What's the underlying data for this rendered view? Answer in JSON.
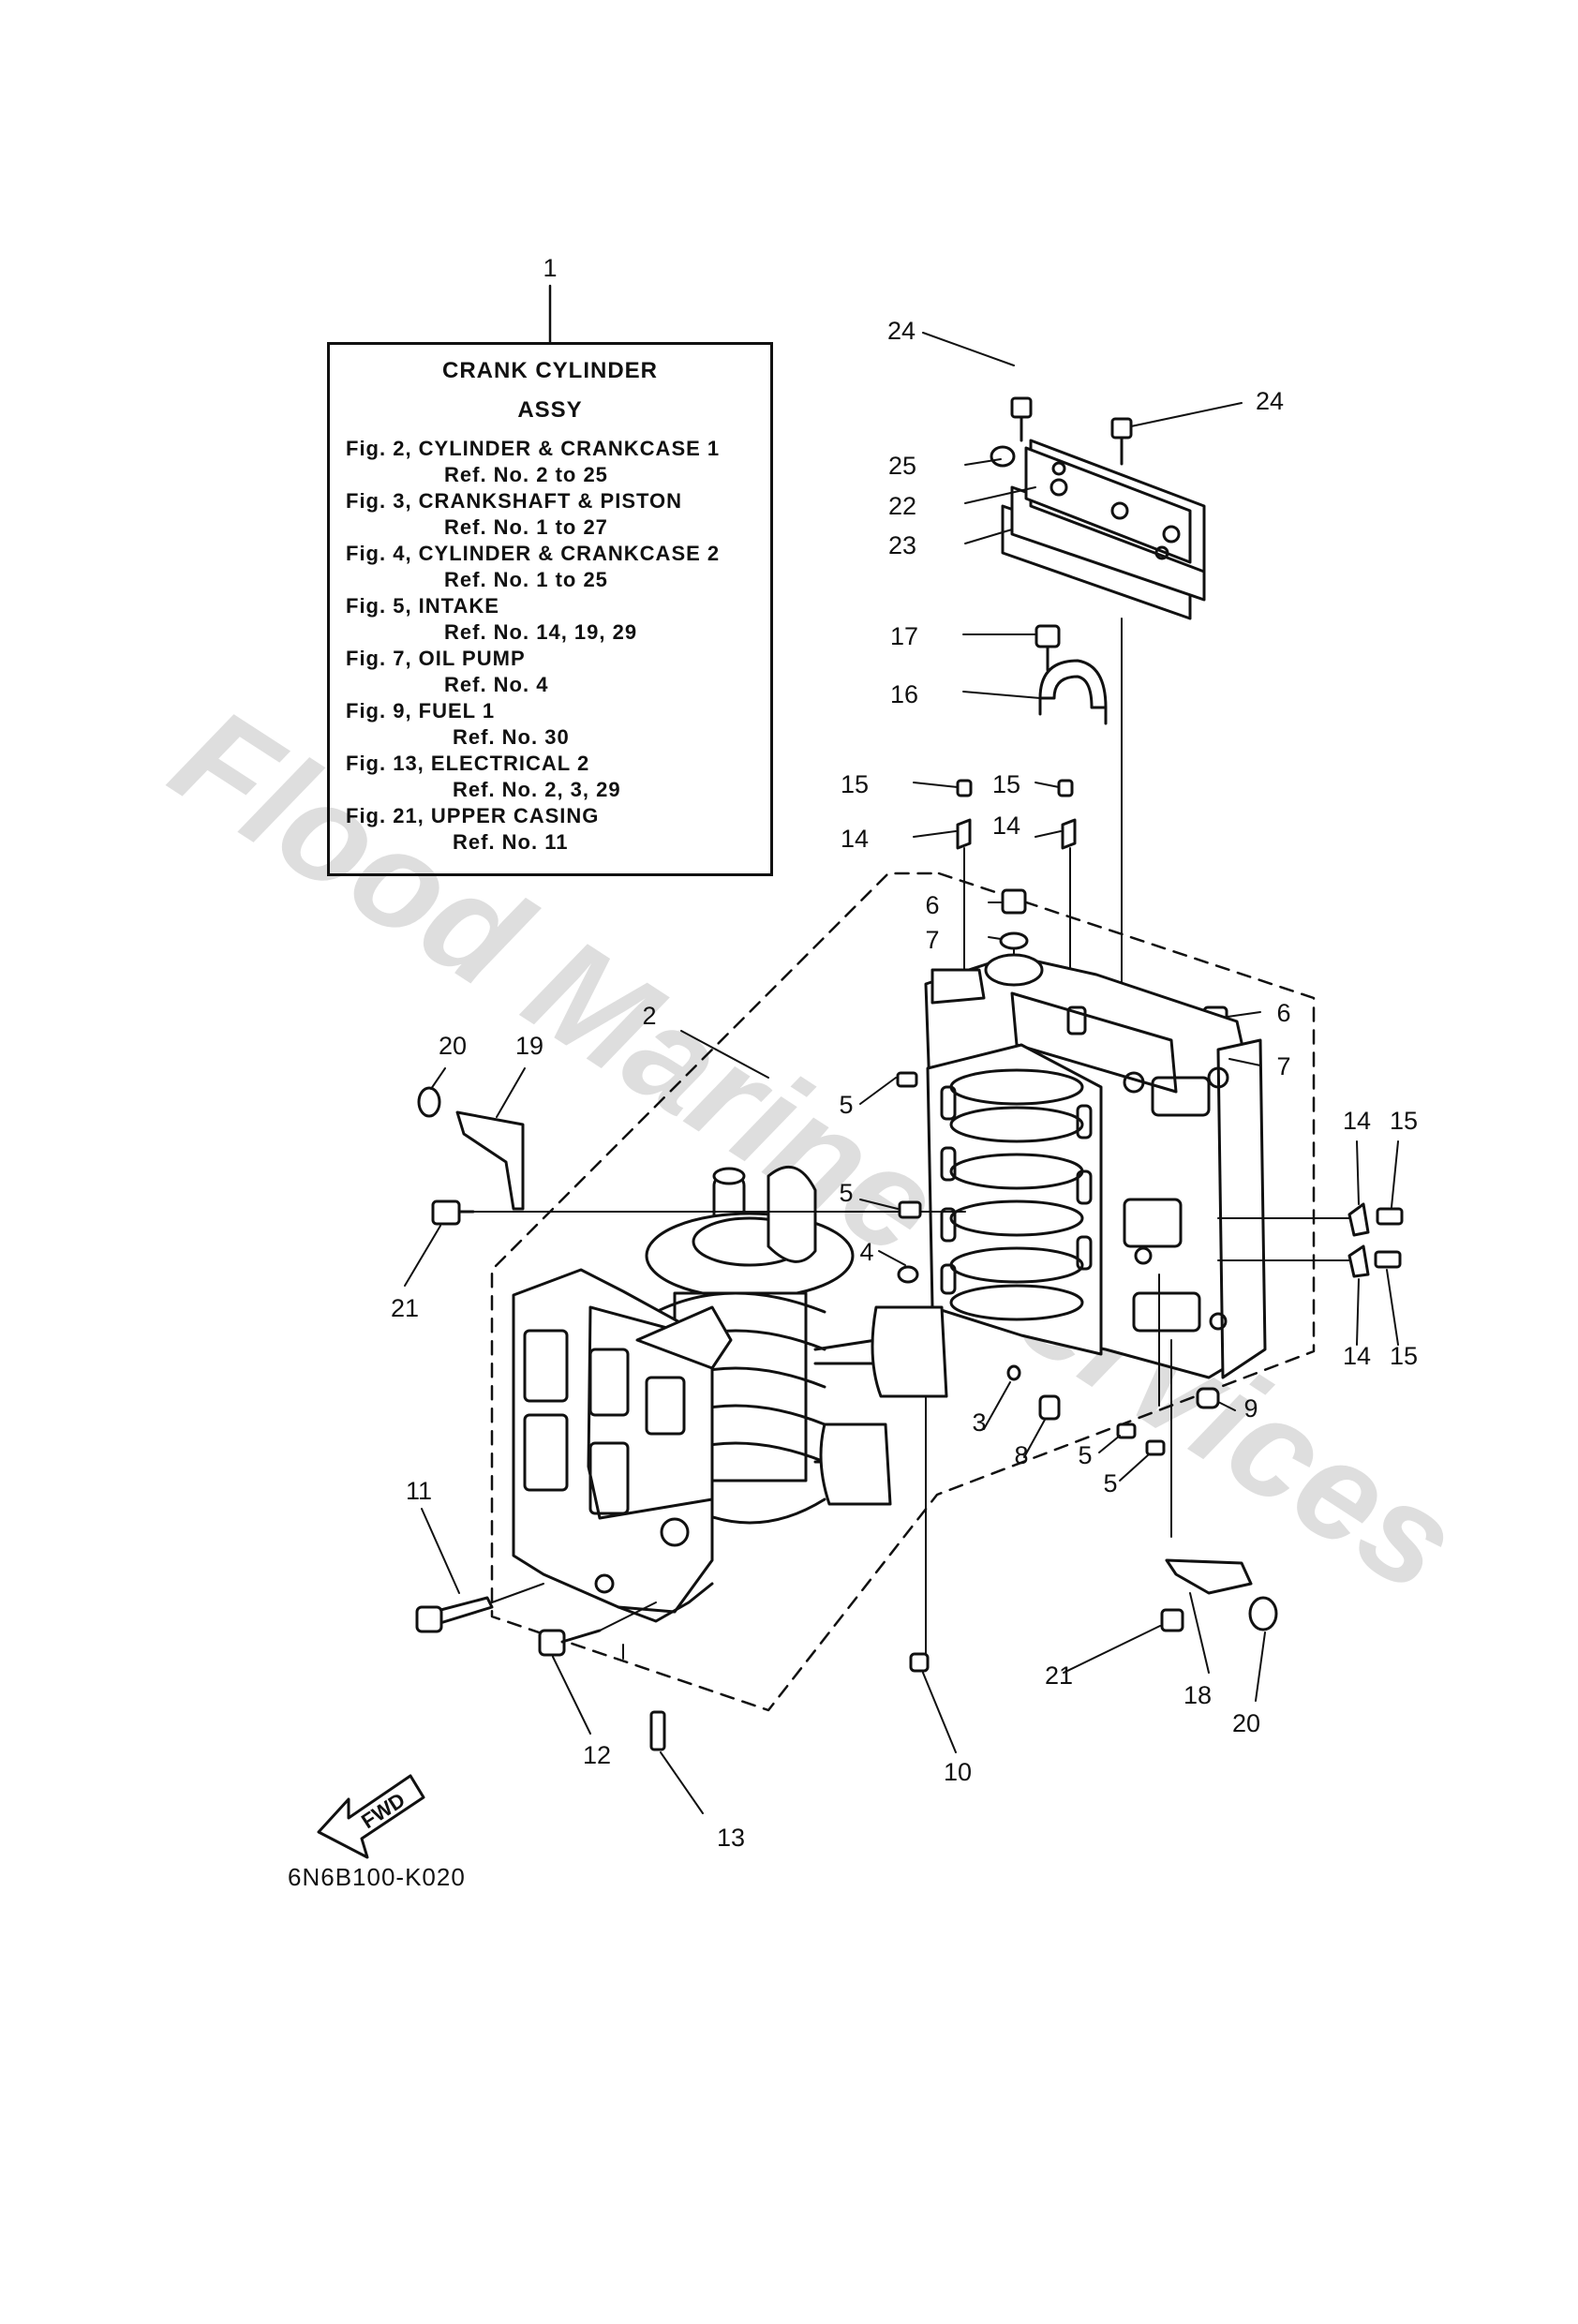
{
  "watermark": {
    "text": "Flood Marine Services",
    "color": "#d9d9d9"
  },
  "assy_box": {
    "ref_number": "1",
    "title_line1": "CRANK CYLINDER",
    "title_line2": "ASSY",
    "lines": [
      "Fig. 2, CYLINDER & CRANKCASE 1",
      "Ref. No. 2 to 25",
      "Fig. 3, CRANKSHAFT & PISTON",
      "Ref. No. 1 to 27",
      "Fig. 4, CYLINDER & CRANKCASE 2",
      "Ref. No. 1 to 25",
      "Fig. 5, INTAKE",
      "Ref. No. 14, 19, 29",
      "Fig. 7, OIL PUMP",
      "Ref. No. 4",
      "Fig. 9, FUEL 1",
      "Ref. No. 30",
      "Fig. 13, ELECTRICAL 2",
      "Ref. No. 2, 3, 29",
      "Fig. 21, UPPER CASING",
      "Ref. No. 11"
    ]
  },
  "callouts": [
    "24",
    "24",
    "25",
    "22",
    "23",
    "17",
    "16",
    "15",
    "15",
    "14",
    "14",
    "6",
    "7",
    "6",
    "7",
    "2",
    "20",
    "19",
    "5",
    "5",
    "4",
    "21",
    "14",
    "15",
    "14",
    "15",
    "3",
    "8",
    "9",
    "5",
    "5",
    "11",
    "21",
    "18",
    "20",
    "12",
    "13",
    "10"
  ],
  "fwd_label": "FWD",
  "diagram_code": "6N6B100-K020"
}
